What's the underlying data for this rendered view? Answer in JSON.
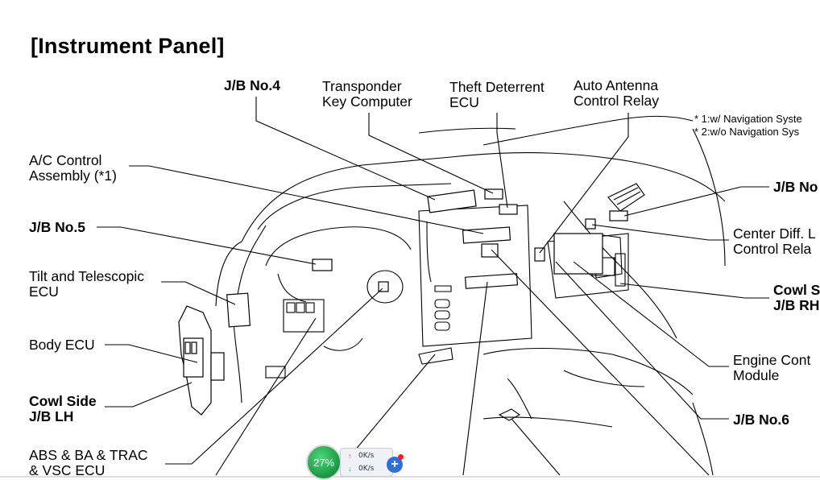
{
  "title": "[Instrument Panel]",
  "labels": {
    "jb4": "J/B No.4",
    "transponder": "Transponder\nKey Computer",
    "theft": "Theft Deterrent\nECU",
    "antenna": "Auto Antenna\nControl Relay",
    "ac": "A/C Control\nAssembly (*1)",
    "jb5": "J/B No.5",
    "tilt": "Tilt and Telescopic\nECU",
    "body": "Body ECU",
    "cowl_lh": "Cowl Side\nJ/B LH",
    "abs": "ABS & BA & TRAC\n& VSC ECU",
    "jb_no_right": "J/B No",
    "center_diff": "Center Diff. L\nControl Rela",
    "cowl_rh": "Cowl S\nJ/B RH",
    "engine": "Engine Cont\nModule",
    "jb6": "J/B No.6"
  },
  "notes": {
    "n1": "* 1:w/ Navigation Syste",
    "n2": "* 2:w/o Navigation Sys"
  },
  "widget": {
    "percent": "27%",
    "up_speed": "0K/s",
    "down_speed": "0K/s",
    "plus": "+"
  }
}
